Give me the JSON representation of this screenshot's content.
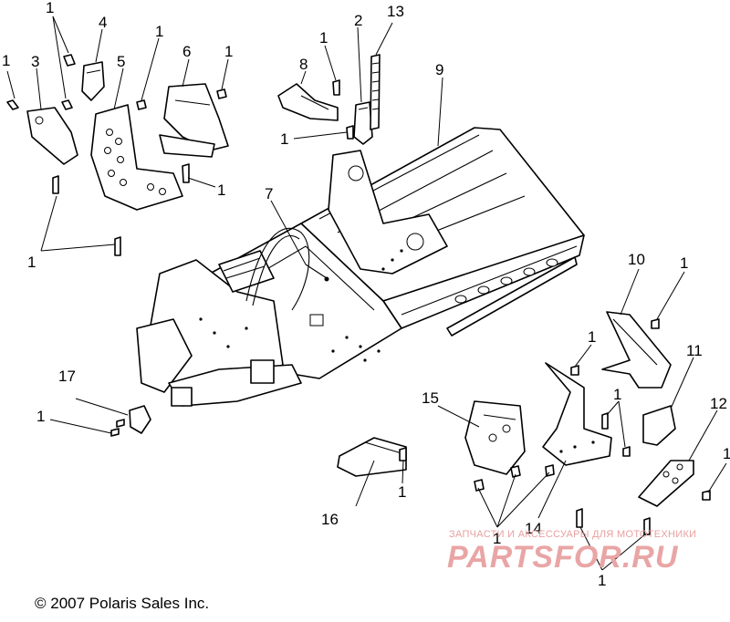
{
  "diagram": {
    "callouts": {
      "n1": "1",
      "n2": "2",
      "n3": "3",
      "n4": "4",
      "n5": "5",
      "n6": "6",
      "n7": "7",
      "n8": "8",
      "n9": "9",
      "n10": "10",
      "n11": "11",
      "n12": "12",
      "n13": "13",
      "n14": "14",
      "n15": "15",
      "n16": "16",
      "n17": "17"
    }
  },
  "footer": {
    "copyright": "© 2007 Polaris Sales Inc."
  },
  "watermark": {
    "tagline": "ЗАПЧАСТИ И АКСЕССУАРЫ ДЛЯ МОТОТЕХНИКИ",
    "brand": "PARTSFOR.RU",
    "color": "#e9a5a5"
  }
}
